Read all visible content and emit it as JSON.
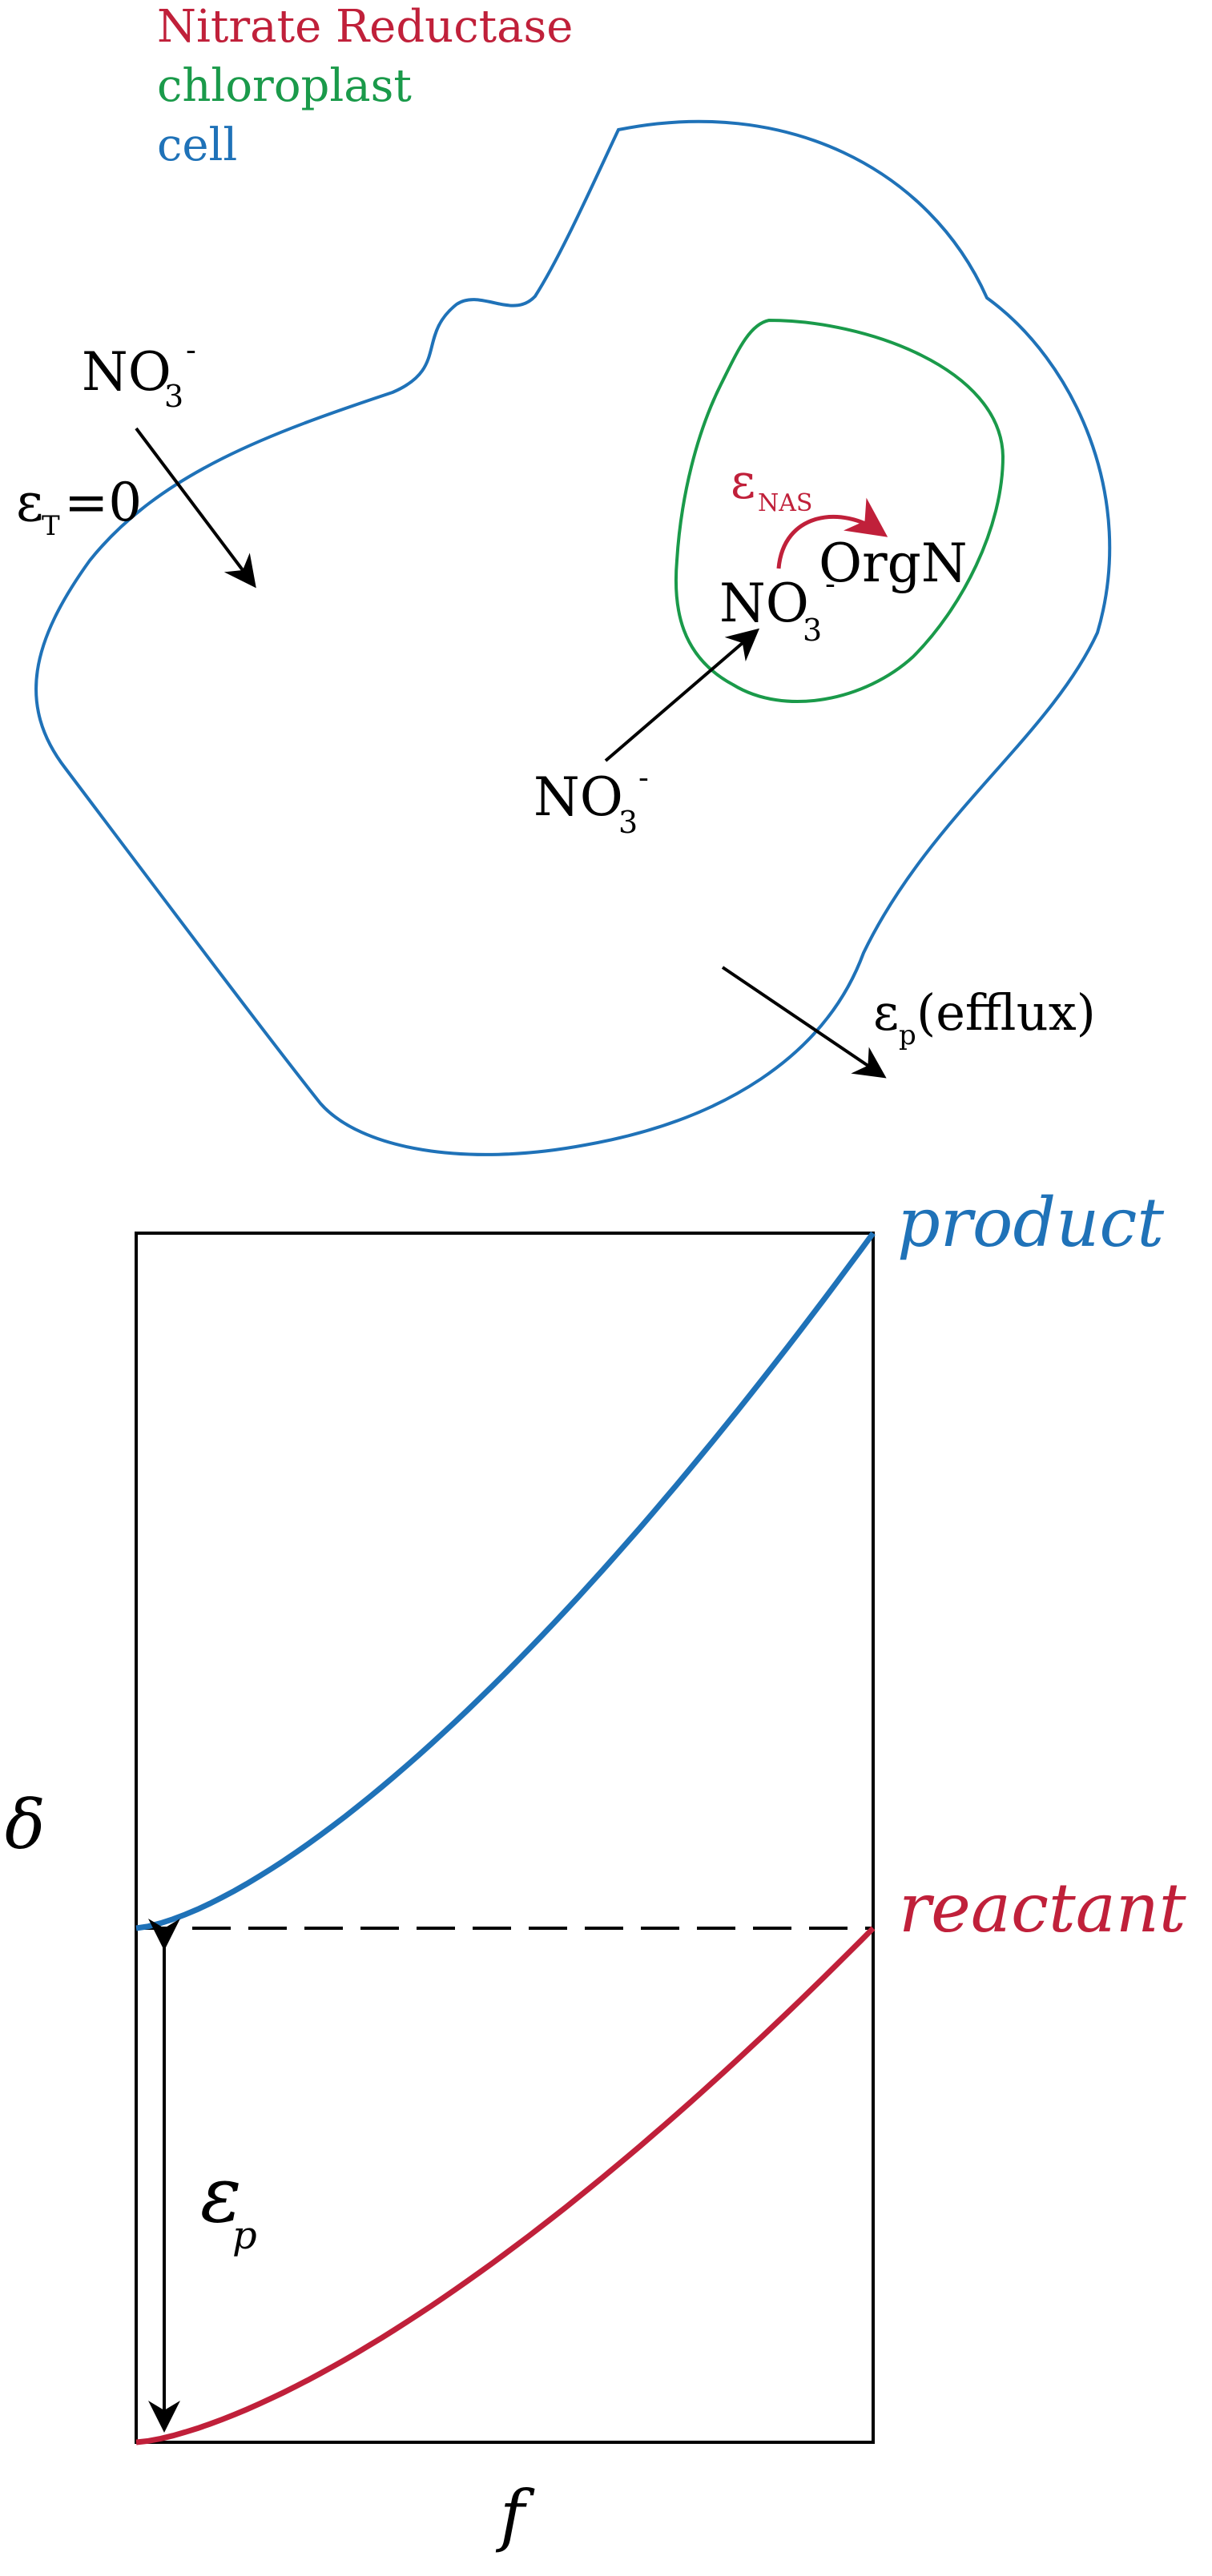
{
  "colors": {
    "nitrate_reductase": "#c0203a",
    "chloroplast": "#1a9a4a",
    "cell": "#1f72b8",
    "black": "#000000"
  },
  "legend": {
    "nitrate_reductase": "Nitrate Reductase",
    "chloroplast": "chloroplast",
    "cell": "cell"
  },
  "top_diagram": {
    "external_nitrate": {
      "base": "NO",
      "sub": "3",
      "sup": "-"
    },
    "transport_fractionation": {
      "symbol": "ε",
      "sub": "T",
      "rest": "=0"
    },
    "enzyme_fractionation": {
      "symbol": "ε",
      "sub": "NAS"
    },
    "organic_n": "OrgN",
    "chloroplast_nitrate": {
      "base": "NO",
      "sub": "3",
      "sup": "-"
    },
    "cytosol_nitrate": {
      "base": "NO",
      "sub": "3",
      "sup": "-"
    },
    "efflux_fractionation": {
      "symbol": "ε",
      "sub": "p",
      "rest": "(efflux)"
    }
  },
  "chart_data": {
    "type": "line",
    "xlabel": "f",
    "ylabel": "δ",
    "series": [
      {
        "name": "product",
        "shape": "convex, rising",
        "start_level": 0,
        "end_level": 1
      },
      {
        "name": "reactant",
        "shape": "convex, rising",
        "start_level": -1,
        "end_level": 0
      }
    ],
    "reference_line": {
      "style": "dashed",
      "level": 0
    },
    "annotation": {
      "symbol": "ε",
      "sub": "p",
      "spans": [
        -1,
        0
      ]
    }
  }
}
